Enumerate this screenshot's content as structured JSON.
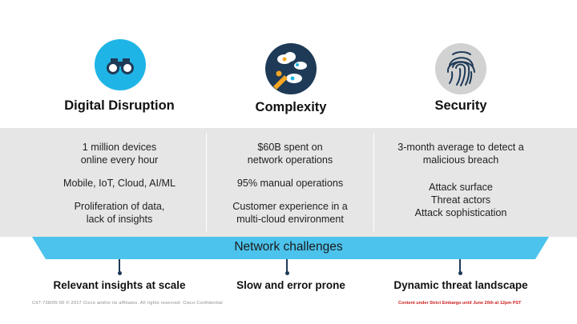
{
  "columns": [
    {
      "icon": "binoculars-icon",
      "title": "Digital Disruption",
      "rows": [
        [
          "1 million devices",
          "online every hour"
        ],
        [
          "Mobile, IoT, Cloud, AI/ML"
        ],
        [
          "Proliferation of data,",
          "lack of insights"
        ]
      ],
      "bottom_label": "Relevant insights at scale"
    },
    {
      "icon": "network-cloud-icon",
      "title": "Complexity",
      "rows": [
        [
          "$60B spent on",
          "network operations"
        ],
        [
          "95% manual operations"
        ],
        [
          "Customer experience in a",
          "multi-cloud environment"
        ]
      ],
      "bottom_label": "Slow and error prone"
    },
    {
      "icon": "fingerprint-icon",
      "title": "Security",
      "rows": [
        [
          "3-month average to detect a",
          "malicious breach"
        ],
        [
          "Attack surface",
          "Threat actors",
          "Attack sophistication"
        ]
      ],
      "bottom_label": "Dynamic threat landscape"
    }
  ],
  "banner": {
    "label": "Network challenges"
  },
  "colors": {
    "accent_blue": "#1fb4e6",
    "dark_navy": "#1e3a57",
    "banner_blue": "#4cc3ec",
    "gray_band": "#e6e6e6",
    "fingerprint_gray": "#d2d2d2"
  },
  "footer": {
    "left": "C97-738/05-00 © 2017  Cisco and/or its affiliates. All rights reserved.   Cisco Confidential",
    "right": "Content under Strict Embargo until June 20th at 12pm PST"
  }
}
